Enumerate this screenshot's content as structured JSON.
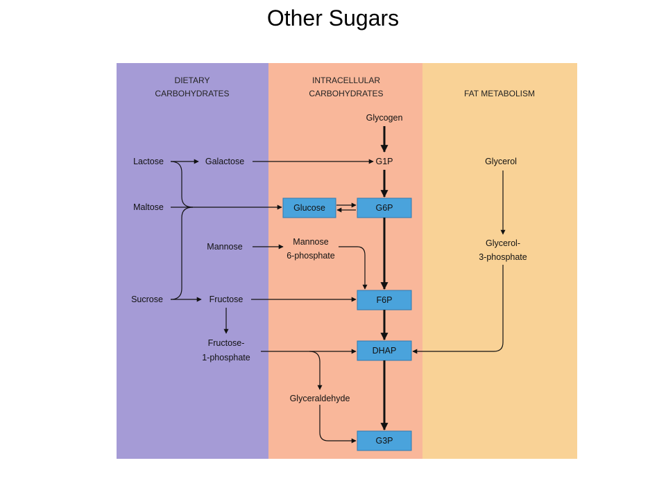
{
  "title": "Other Sugars",
  "colors": {
    "dietary_panel": "#a59bd6",
    "intracellular_panel": "#f9b79a",
    "fat_panel": "#f9d296",
    "box_fill": "#4aa3dc"
  },
  "panels": {
    "dietary": [
      "DIETARY",
      "CARBOHYDRATES"
    ],
    "intracellular": [
      "INTRACELLULAR",
      "CARBOHYDRATES"
    ],
    "fat": "FAT METABOLISM"
  },
  "nodes": {
    "glycogen": "Glycogen",
    "lactose": "Lactose",
    "galactose": "Galactose",
    "g1p": "G1P",
    "glycerol": "Glycerol",
    "maltose": "Maltose",
    "glucose": "Glucose",
    "g6p": "G6P",
    "mannose": "Mannose",
    "mannose_6p": [
      "Mannose",
      "6-phosphate"
    ],
    "glycerol_3p": [
      "Glycerol-",
      "3-phosphate"
    ],
    "sucrose": "Sucrose",
    "fructose": "Fructose",
    "f6p": "F6P",
    "fructose_1p": [
      "Fructose-",
      "1-phosphate"
    ],
    "dhap": "DHAP",
    "glyceraldehyde": "Glyceraldehyde",
    "g3p": "G3P"
  }
}
